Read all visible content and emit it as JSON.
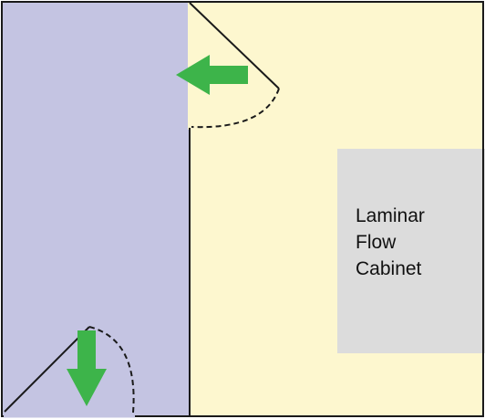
{
  "colors": {
    "corridor_fill": "#c4c4e2",
    "room_fill": "#fdf7cf",
    "cabinet_fill": "#dcdcdc",
    "wall_stroke": "#1a1a1a",
    "arrow_fill": "#3db44a",
    "swing_stroke": "#1a1a1a"
  },
  "icons": {
    "door_arrow_top": "arrow-left-icon",
    "door_arrow_bottom": "arrow-down-icon"
  },
  "cabinet": {
    "label_lines": [
      "Laminar",
      "Flow",
      "Cabinet"
    ]
  }
}
